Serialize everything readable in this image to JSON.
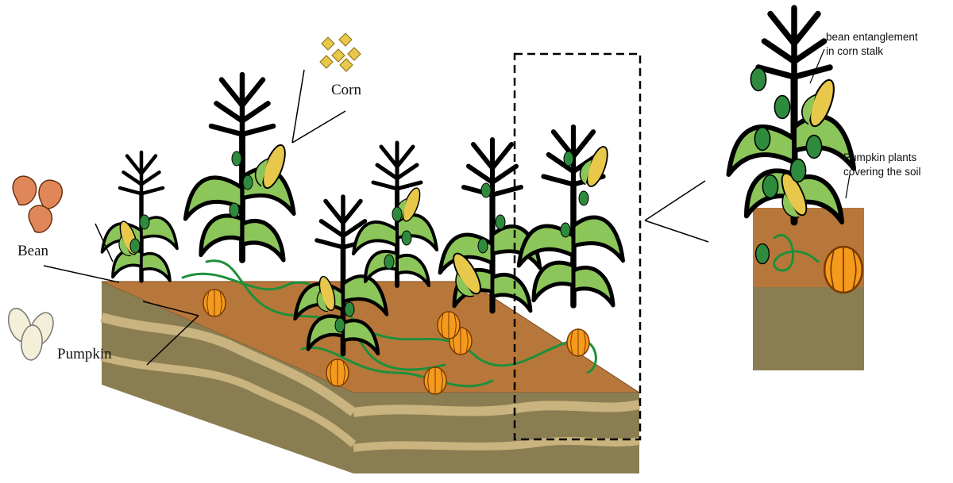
{
  "labels": {
    "corn": "Corn",
    "bean": "Bean",
    "pumpkin": "Pumpkin",
    "inset_bean_line1": "bean entanglement",
    "inset_bean_line2": "in corn stalk",
    "inset_pumpkin_line1": "Pumpkin plants",
    "inset_pumpkin_line2": "covering the soil"
  },
  "colors": {
    "soil_top": "#b8773a",
    "soil_side": "#8a7d52",
    "soil_stripe": "#c9b37e",
    "leaf_fill": "#8cc65a",
    "vine": "#1f8f3a",
    "bean_leaf": "#2e8b3e",
    "pumpkin": "#f59a1c",
    "corn_cob": "#e8c84a",
    "bean_seed": "#e0875a",
    "pumpkin_seed": "#f4efd9"
  }
}
